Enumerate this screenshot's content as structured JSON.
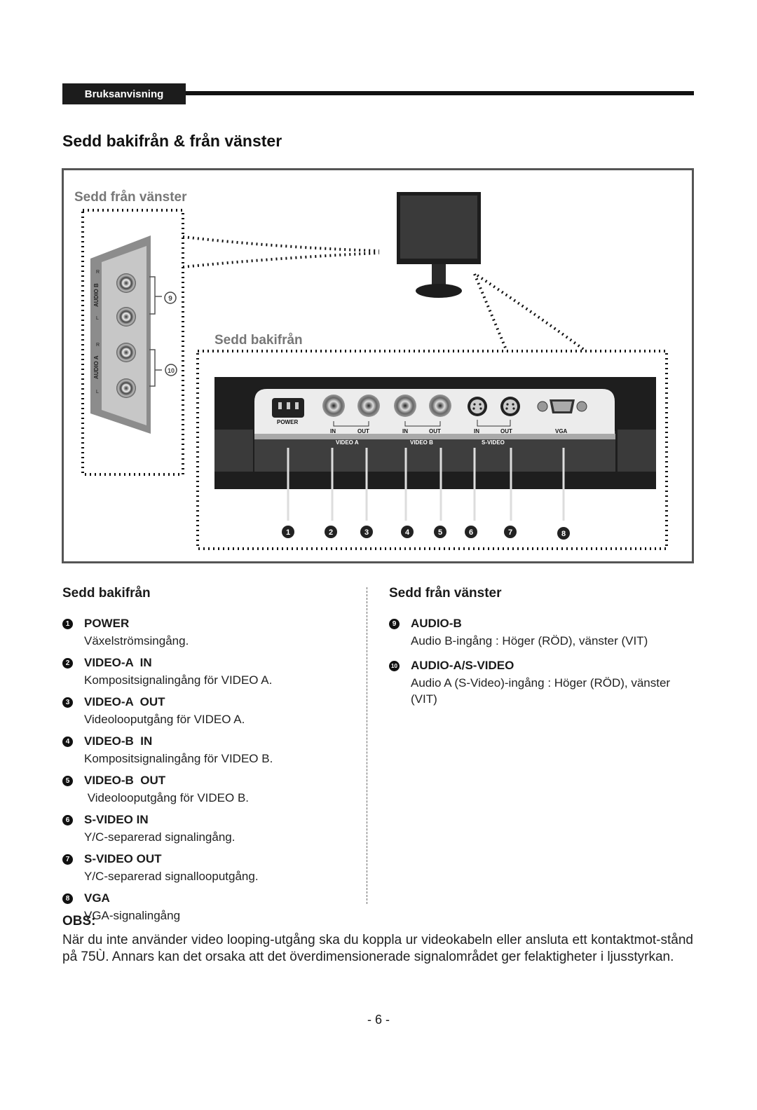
{
  "header": {
    "tab_label": "Bruksanvisning"
  },
  "section_title": "Sedd bakifrån & från vänster",
  "figure": {
    "left_view_label": "Sedd från vänster",
    "rear_view_label": "Sedd bakifrån",
    "side_labels": [
      "AUDIO B",
      "AUDIO A",
      "R",
      "L",
      "R",
      "L"
    ],
    "callouts_side": [
      "9",
      "10"
    ],
    "panel_labels": [
      "POWER",
      "IN",
      "OUT",
      "IN",
      "OUT",
      "IN",
      "OUT",
      "VGA",
      "VIDEO A",
      "VIDEO B",
      "S-VIDEO"
    ],
    "callouts_rear": [
      "1",
      "2",
      "3",
      "4",
      "5",
      "6",
      "7",
      "8"
    ]
  },
  "rear_section": {
    "title": "Sedd bakifrån",
    "items": [
      {
        "num": "1",
        "name": "POWER",
        "desc": "Växelströmsingång."
      },
      {
        "num": "2",
        "name": "VIDEO-A  IN",
        "desc": "Kompositsignalingång för VIDEO A."
      },
      {
        "num": "3",
        "name": "VIDEO-A  OUT",
        "desc": "Videolooputgång för VIDEO A."
      },
      {
        "num": "4",
        "name": "VIDEO-B  IN",
        "desc": "Kompositsignalingång för VIDEO B."
      },
      {
        "num": "5",
        "name": "VIDEO-B  OUT",
        "desc": " Videolooputgång för VIDEO B."
      },
      {
        "num": "6",
        "name": "S-VIDEO IN",
        "desc": "Y/C-separerad signalingång."
      },
      {
        "num": "7",
        "name": "S-VIDEO OUT",
        "desc": "Y/C-separerad signallooputgång."
      },
      {
        "num": "8",
        "name": "VGA",
        "desc": "VGA-signalingång"
      }
    ]
  },
  "left_section": {
    "title": "Sedd från vänster",
    "items": [
      {
        "num": "9",
        "name": "AUDIO-B",
        "desc": "Audio B-ingång : Höger (RÖD), vänster (VIT)"
      },
      {
        "num": "10",
        "name": "AUDIO-A/S-VIDEO",
        "desc": "Audio A (S-Video)-ingång : Höger (RÖD), vänster (VIT)"
      }
    ]
  },
  "note": {
    "title": "OBS:",
    "text": "När du inte använder video looping-utgång ska du koppla ur videokabeln eller ansluta ett kontaktmot-stånd på 75Ù. Annars kan det orsaka att det överdimensionerade signalområdet ger felaktigheter i ljusstyrkan."
  },
  "page_number": "- 6 -"
}
